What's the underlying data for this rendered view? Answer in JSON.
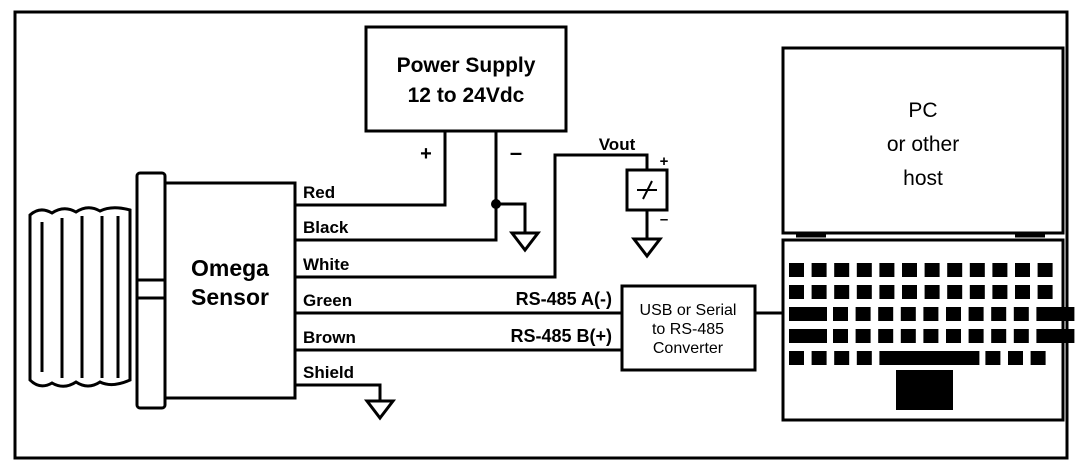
{
  "power_supply": {
    "line1": "Power Supply",
    "line2": "12 to 24Vdc",
    "plus": "+",
    "minus": "–"
  },
  "sensor": {
    "line1": "Omega",
    "line2": "Sensor"
  },
  "wires": {
    "red": "Red",
    "black": "Black",
    "white": "White",
    "green": "Green",
    "brown": "Brown",
    "shield": "Shield"
  },
  "vout": {
    "label": "Vout",
    "plus": "+",
    "minus": "–"
  },
  "rs485": {
    "a": "RS-485 A(-)",
    "b": "RS-485 B(+)"
  },
  "converter": {
    "line1": "USB or Serial",
    "line2": "to RS-485",
    "line3": "Converter"
  },
  "pc": {
    "line1": "PC",
    "line2": "or other",
    "line3": "host"
  }
}
